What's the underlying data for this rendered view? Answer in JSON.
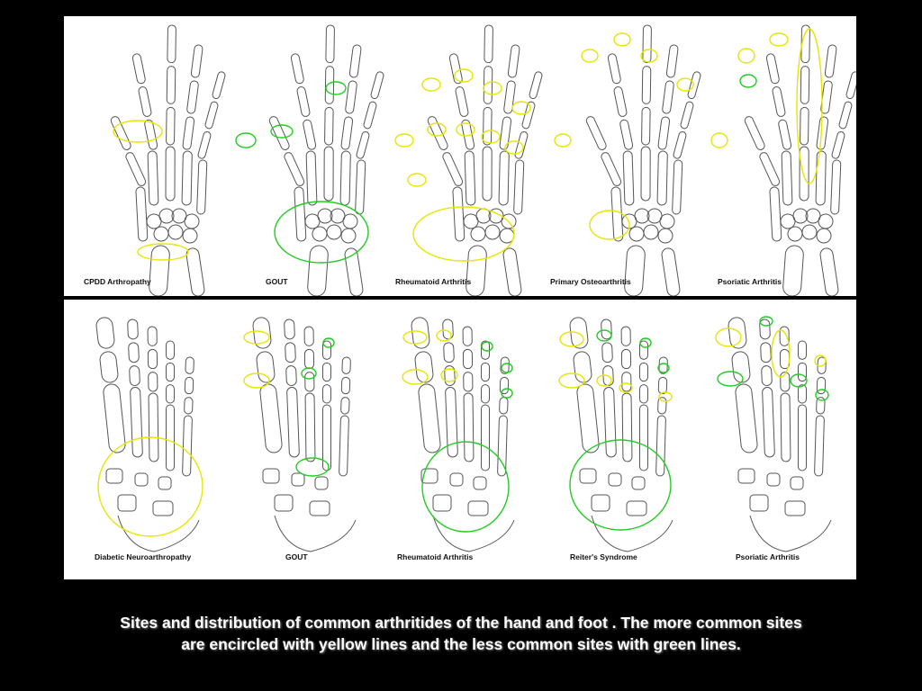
{
  "colors": {
    "background": "#000000",
    "panel": "#ffffff",
    "bone_line": "#555555",
    "common_sites": "#e6e600",
    "less_common_sites": "#22cc22"
  },
  "hand_panel": {
    "labels": [
      "CPDD Arthropathy",
      "GOUT",
      "Rheumatoid Arthritis",
      "Primary Osteoarthritis",
      "Psoriatic Arthritis"
    ]
  },
  "foot_panel": {
    "labels": [
      "Diabetic Neuroarthropathy",
      "GOUT",
      "Rheumatoid Arthritis",
      "Reiter's Syndrome",
      "Psoriatic Arthritis"
    ]
  },
  "caption": {
    "line1": "Sites and distribution of common arthritides of the hand and foot . The more common sites",
    "line2": "are encircled with yellow lines and the less common sites with green lines."
  }
}
